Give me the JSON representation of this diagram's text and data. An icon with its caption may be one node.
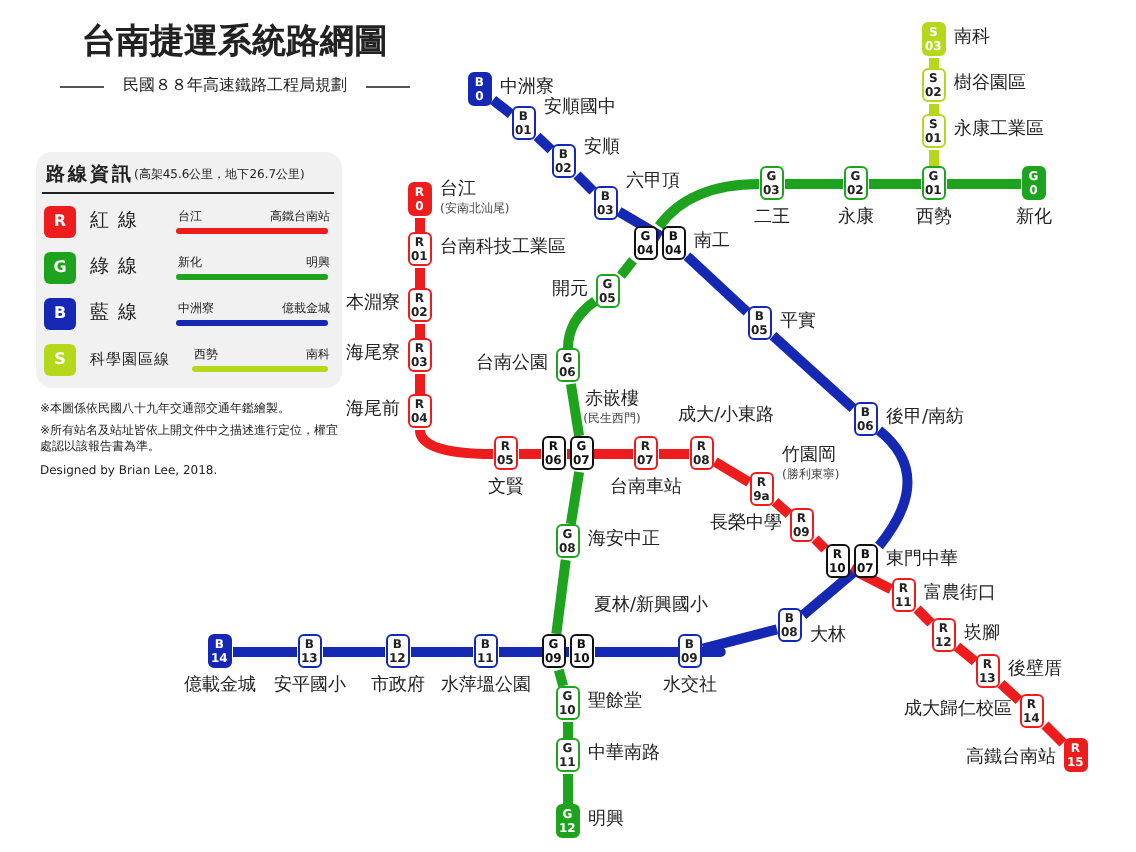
{
  "diagram": {
    "title": "台南捷運系統路網圖",
    "nodes": [
      {
        "text": [
          "R 0"
        ],
        "beside": [
          "台江",
          "(安南北汕尾)"
        ]
      },
      {
        "text": [
          "R 01"
        ],
        "beside": [
          "台南科技工業區"
        ]
      },
      {
        "text": [
          "R 02"
        ],
        "beside": [
          "本淵寮"
        ]
      },
      {
        "text": [
          "R 03"
        ],
        "beside": [
          "海尾寮"
        ]
      },
      {
        "text": [
          "R 04"
        ],
        "beside": [
          "海尾前"
        ]
      },
      {
        "text": [
          "R 05"
        ],
        "beside": [
          "文賢"
        ]
      },
      {
        "text": [
          "R 06"
        ]
      },
      {
        "text": [
          "R 07"
        ],
        "beside": [
          "台南車站"
        ]
      },
      {
        "text": [
          "R 08"
        ],
        "beside": [
          "成大/小東路"
        ]
      },
      {
        "text": [
          "R 9a"
        ],
        "beside": [
          "竹園岡",
          "(勝利東寧)"
        ]
      },
      {
        "text": [
          "R 09"
        ],
        "beside": [
          "長榮中學"
        ]
      },
      {
        "text": [
          "R 10"
        ]
      },
      {
        "text": [
          "R 11"
        ],
        "beside": [
          "富農街口"
        ]
      },
      {
        "text": [
          "R 12"
        ],
        "beside": [
          "崁腳"
        ]
      },
      {
        "text": [
          "R 13"
        ],
        "beside": [
          "後壁厝"
        ]
      },
      {
        "text": [
          "R 14"
        ],
        "beside": [
          "成大歸仁校區"
        ]
      },
      {
        "text": [
          "R 15"
        ],
        "beside": [
          "高鐵台南站"
        ]
      },
      {
        "text": [
          "G 0"
        ],
        "beside": [
          "新化"
        ]
      },
      {
        "text": [
          "G 01"
        ],
        "beside": [
          "西勢"
        ]
      },
      {
        "text": [
          "G 02"
        ],
        "beside": [
          "永康"
        ]
      },
      {
        "text": [
          "G 03"
        ],
        "beside": [
          "二王"
        ]
      },
      {
        "text": [
          "G 04"
        ]
      },
      {
        "text": [
          "G 05"
        ],
        "beside": [
          "開元"
        ]
      },
      {
        "text": [
          "G 06"
        ],
        "beside": [
          "台南公園"
        ]
      },
      {
        "text": [
          "G 07"
        ],
        "beside": [
          "赤嵌樓",
          "(民生西門)"
        ]
      },
      {
        "text": [
          "G 08"
        ],
        "beside": [
          "海安中正"
        ]
      },
      {
        "text": [
          "G 09"
        ]
      },
      {
        "text": [
          "G 10"
        ],
        "beside": [
          "聖餘堂"
        ]
      },
      {
        "text": [
          "G 11"
        ],
        "beside": [
          "中華南路"
        ]
      },
      {
        "text": [
          "G 12"
        ],
        "beside": [
          "明興"
        ]
      },
      {
        "text": [
          "B 0"
        ],
        "beside": [
          "中洲寮"
        ]
      },
      {
        "text": [
          "B 01"
        ],
        "beside": [
          "安順國中"
        ]
      },
      {
        "text": [
          "B 02"
        ],
        "beside": [
          "安順"
        ]
      },
      {
        "text": [
          "B 03"
        ],
        "beside": [
          "六甲頂"
        ]
      },
      {
        "text": [
          "B 04"
        ],
        "beside": [
          "南工"
        ]
      },
      {
        "text": [
          "B 05"
        ],
        "beside": [
          "平實"
        ]
      },
      {
        "text": [
          "B 06"
        ],
        "beside": [
          "後甲/南紡"
        ]
      },
      {
        "text": [
          "B 07"
        ],
        "beside": [
          "東門中華"
        ]
      },
      {
        "text": [
          "B 08"
        ],
        "beside": [
          "大林"
        ]
      },
      {
        "text": [
          "B 09"
        ],
        "beside": [
          "水交社"
        ]
      },
      {
        "text": [
          "B 10"
        ],
        "beside": [
          "夏林/新興國小"
        ]
      },
      {
        "text": [
          "B 11"
        ],
        "beside": [
          "水萍塭公園"
        ]
      },
      {
        "text": [
          "B 12"
        ],
        "beside": [
          "市政府"
        ]
      },
      {
        "text": [
          "B 13"
        ],
        "beside": [
          "安平國小"
        ]
      },
      {
        "text": [
          "B 14"
        ],
        "beside": [
          "億載金城"
        ]
      },
      {
        "text": [
          "S 01"
        ],
        "beside": [
          "永康工業區"
        ]
      },
      {
        "text": [
          "S 02"
        ],
        "beside": [
          "樹谷園區"
        ]
      },
      {
        "text": [
          "S 03"
        ],
        "beside": [
          "南科"
        ]
      }
    ],
    "edges": [
      {
        "from": 0,
        "to": 1,
        "arrow": "none",
        "color": "#ee1c1c"
      },
      {
        "from": 1,
        "to": 2,
        "arrow": "none",
        "color": "#ee1c1c"
      },
      {
        "from": 2,
        "to": 3,
        "arrow": "none",
        "color": "#ee1c1c"
      },
      {
        "from": 3,
        "to": 4,
        "arrow": "none",
        "color": "#ee1c1c"
      },
      {
        "from": 4,
        "to": 5,
        "arrow": "none",
        "color": "#ee1c1c"
      },
      {
        "from": 5,
        "to": 6,
        "arrow": "none",
        "color": "#ee1c1c"
      },
      {
        "from": 6,
        "to": 7,
        "arrow": "none",
        "color": "#ee1c1c"
      },
      {
        "from": 7,
        "to": 8,
        "arrow": "none",
        "color": "#ee1c1c"
      },
      {
        "from": 8,
        "to": 9,
        "arrow": "none",
        "color": "#ee1c1c"
      },
      {
        "from": 9,
        "to": 10,
        "arrow": "none",
        "color": "#ee1c1c"
      },
      {
        "from": 10,
        "to": 11,
        "arrow": "none",
        "color": "#ee1c1c"
      },
      {
        "from": 11,
        "to": 12,
        "arrow": "none",
        "color": "#ee1c1c"
      },
      {
        "from": 12,
        "to": 13,
        "arrow": "none",
        "color": "#ee1c1c"
      },
      {
        "from": 13,
        "to": 14,
        "arrow": "none",
        "color": "#ee1c1c"
      },
      {
        "from": 14,
        "to": 15,
        "arrow": "none",
        "color": "#ee1c1c"
      },
      {
        "from": 15,
        "to": 16,
        "arrow": "none",
        "color": "#ee1c1c"
      },
      {
        "from": 17,
        "to": 18,
        "arrow": "none",
        "color": "#1ea31e"
      },
      {
        "from": 18,
        "to": 19,
        "arrow": "none",
        "color": "#1ea31e"
      },
      {
        "from": 19,
        "to": 20,
        "arrow": "none",
        "color": "#1ea31e"
      },
      {
        "from": 20,
        "to": 21,
        "arrow": "none",
        "color": "#1ea31e"
      },
      {
        "from": 21,
        "to": 22,
        "arrow": "none",
        "color": "#1ea31e"
      },
      {
        "from": 22,
        "to": 23,
        "arrow": "none",
        "color": "#1ea31e"
      },
      {
        "from": 23,
        "to": 24,
        "arrow": "none",
        "color": "#1ea31e"
      },
      {
        "from": 24,
        "to": 25,
        "arrow": "none",
        "color": "#1ea31e"
      },
      {
        "from": 25,
        "to": 26,
        "arrow": "none",
        "color": "#1ea31e"
      },
      {
        "from": 26,
        "to": 27,
        "arrow": "none",
        "color": "#1ea31e"
      },
      {
        "from": 27,
        "to": 28,
        "arrow": "none",
        "color": "#1ea31e"
      },
      {
        "from": 28,
        "to": 29,
        "arrow": "none",
        "color": "#1ea31e"
      },
      {
        "from": 30,
        "to": 31,
        "arrow": "none",
        "color": "#1428b4"
      },
      {
        "from": 31,
        "to": 32,
        "arrow": "none",
        "color": "#1428b4"
      },
      {
        "from": 32,
        "to": 33,
        "arrow": "none",
        "color": "#1428b4"
      },
      {
        "from": 33,
        "to": 34,
        "arrow": "none",
        "color": "#1428b4"
      },
      {
        "from": 34,
        "to": 35,
        "arrow": "none",
        "color": "#1428b4"
      },
      {
        "from": 35,
        "to": 36,
        "arrow": "none",
        "color": "#1428b4"
      },
      {
        "from": 36,
        "to": 37,
        "arrow": "none",
        "color": "#1428b4"
      },
      {
        "from": 37,
        "to": 38,
        "arrow": "none",
        "color": "#1428b4"
      },
      {
        "from": 38,
        "to": 39,
        "arrow": "none",
        "color": "#1428b4"
      },
      {
        "from": 39,
        "to": 40,
        "arrow": "none",
        "color": "#1428b4"
      },
      {
        "from": 40,
        "to": 41,
        "arrow": "none",
        "color": "#1428b4"
      },
      {
        "from": 41,
        "to": 42,
        "arrow": "none",
        "color": "#1428b4"
      },
      {
        "from": 42,
        "to": 43,
        "arrow": "none",
        "color": "#1428b4"
      },
      {
        "from": 43,
        "to": 44,
        "arrow": "none",
        "color": "#1428b4"
      },
      {
        "from": 18,
        "to": 45,
        "arrow": "none",
        "color": "#b5d81b"
      },
      {
        "from": 45,
        "to": 46,
        "arrow": "none",
        "color": "#b5d81b"
      },
      {
        "from": 46,
        "to": 47,
        "arrow": "none",
        "color": "#b5d81b"
      }
    ],
    "labels": [
      "民國８８年高速鐵路工程局規劃",
      "路線資訊",
      "(高架45.6公里，地下26.7公里)",
      "R",
      "台江",
      "高鐵台南站",
      "G",
      "新化",
      "明興",
      "B",
      "中洲寮",
      "億載金城",
      "S",
      "西勢",
      "南科",
      "※本圖係依民國八十九年交通部交通年鑑繪製。",
      "※所有站名及站址皆依上開文件中之描述進行定位，權宜處認以該報告書為準。",
      "Designed by Brian Lee, 2018."
    ],
    "legend": [
      {
        "text": "紅線",
        "color": "#ee1c1c"
      },
      {
        "text": "綠線",
        "color": "#1ea31e"
      },
      {
        "text": "藍線",
        "color": "#1428b4"
      },
      {
        "text": "科學園區線",
        "color": "#b5d81b"
      }
    ]
  }
}
